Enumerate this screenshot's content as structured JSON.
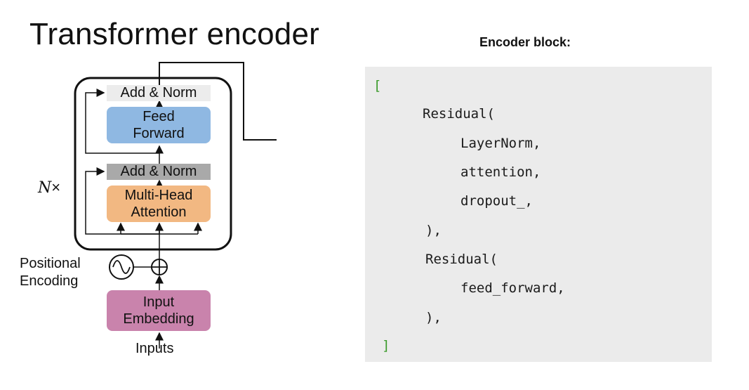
{
  "slide": {
    "title": "Transformer encoder",
    "encoder_block_heading": "Encoder block:"
  },
  "diagram": {
    "repeat_label": "N",
    "repeat_symbol": "×",
    "add_norm_top": "Add & Norm",
    "feed_forward": [
      "Feed",
      "Forward"
    ],
    "add_norm_bottom": "Add & Norm",
    "attention": [
      "Multi-Head",
      "Attention"
    ],
    "positional_encoding": [
      "Positional",
      "Encoding"
    ],
    "input_embedding": [
      "Input",
      "Embedding"
    ],
    "inputs": "Inputs",
    "colors": {
      "feed_forward": "#8fb8e2",
      "attention": "#f2b882",
      "input_embedding": "#c983ac",
      "add_norm_top": "#ececec",
      "add_norm_bottom": "#a9a9a9"
    }
  },
  "code": {
    "open_bracket": "[",
    "lines": [
      "Residual(",
      "LayerNorm,",
      "attention,",
      "dropout_,",
      "),",
      "Residual(",
      "feed_forward,",
      "),"
    ],
    "close_bracket": "]"
  }
}
